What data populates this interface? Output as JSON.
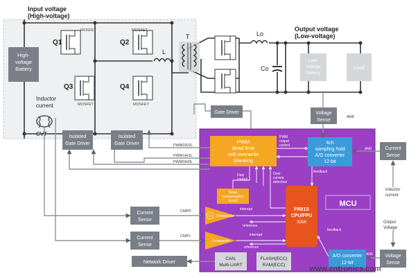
{
  "colors": {
    "mcu_fill": "#9b3fc4",
    "mcu_stroke": "#6f2790",
    "pwm_fill": "#f5a623",
    "cpu_fill": "#e8541e",
    "adc_fill": "#3a9bd9",
    "gray_block": "#7a7f87",
    "light_block": "#d4d6d9",
    "hv_area": "#eef0f2",
    "wire": "#30343a",
    "flow_wire": "#8d9298",
    "net_dark": "#5d636b"
  },
  "labels": {
    "input_voltage_line1": "Input voltage",
    "input_voltage_line2": "(High-voltage)",
    "output_voltage_line1": "Output voltage",
    "output_voltage_line2": "(Low-voltage)",
    "hv_battery_line1": "High-",
    "hv_battery_line2": "voltage",
    "hv_battery_line3": "Battery",
    "lv_battery_line1": "Low-",
    "lv_battery_line2": "voltage",
    "lv_battery_line3": "battery",
    "load": "Load",
    "q1": "Q1",
    "q2": "Q2",
    "q3": "Q3",
    "q4": "Q4",
    "mosfet": "MOSFET",
    "transformer": "T",
    "inductor_l": "L",
    "inductor_lo": "Lo",
    "capacitor_co": "Co",
    "inductor_current_line1": "Inductor",
    "inductor_current_line2": "current",
    "cvt": "CVT",
    "isolated_gate_driver_line1": "Isolated",
    "isolated_gate_driver_line2": "Gate Driver",
    "gate_driver": "Gate Driver",
    "voltage_sense_line1": "Voltage",
    "voltage_sense_line2": "Sense",
    "current_sense_line1": "Current",
    "current_sense_line2": "Sense",
    "pwm_line1": "PWM",
    "pwm_line2": "dead time",
    "pwm_line3": "soft overwrite",
    "pwm_line4": "blanking",
    "pwm_output_control_line1": "PWM",
    "pwm_output_control_line2": "output",
    "pwm_output_control_line3": "control",
    "adc_top_line1": "4ch",
    "adc_top_line2": "sampling hold",
    "adc_top_line3": "A/D converter",
    "adc_top_line4": "12-bit",
    "an8": "AN8",
    "an9": "AN9",
    "an0": "AN0",
    "pwm2": "PWM2H/2L",
    "pwm1": "PWM1H/1L",
    "pwm0": "PWM0H/0L",
    "duty_control_line1": "Duty",
    "duty_control_line2": "control",
    "over_current_line1": "Over",
    "over_current_line2": "current",
    "over_current_line3": "detection",
    "feedback": "feedback",
    "slope_line1": "Slope",
    "slope_line2": "compensation",
    "slope_line3": "circuit",
    "cpu_line1": "FR81S",
    "cpu_line2": "CPU/FPU",
    "cpu_line3": "32bit",
    "mcu": "MCU",
    "cmp0": "CMP0",
    "cmp1": "CMP1",
    "comparator": "Comparator",
    "interrupt": "interrupt",
    "reference": "reference",
    "plus": "+",
    "inductor_current_right_line1": "inductor",
    "inductor_current_right_line2": "current",
    "output_voltage_right_line1": "Output",
    "output_voltage_right_line2": "Voltage",
    "adc_bottom_line1": "A/D converter",
    "adc_bottom_line2": "12-bit",
    "can_line1": "CAN,",
    "can_line2": "Multi-UART",
    "flash_line1": "FLASH(ECC)",
    "flash_line2": "RAM(ECC)",
    "network_driver": "Network Driver",
    "watermark": "www.cntronics.com"
  }
}
